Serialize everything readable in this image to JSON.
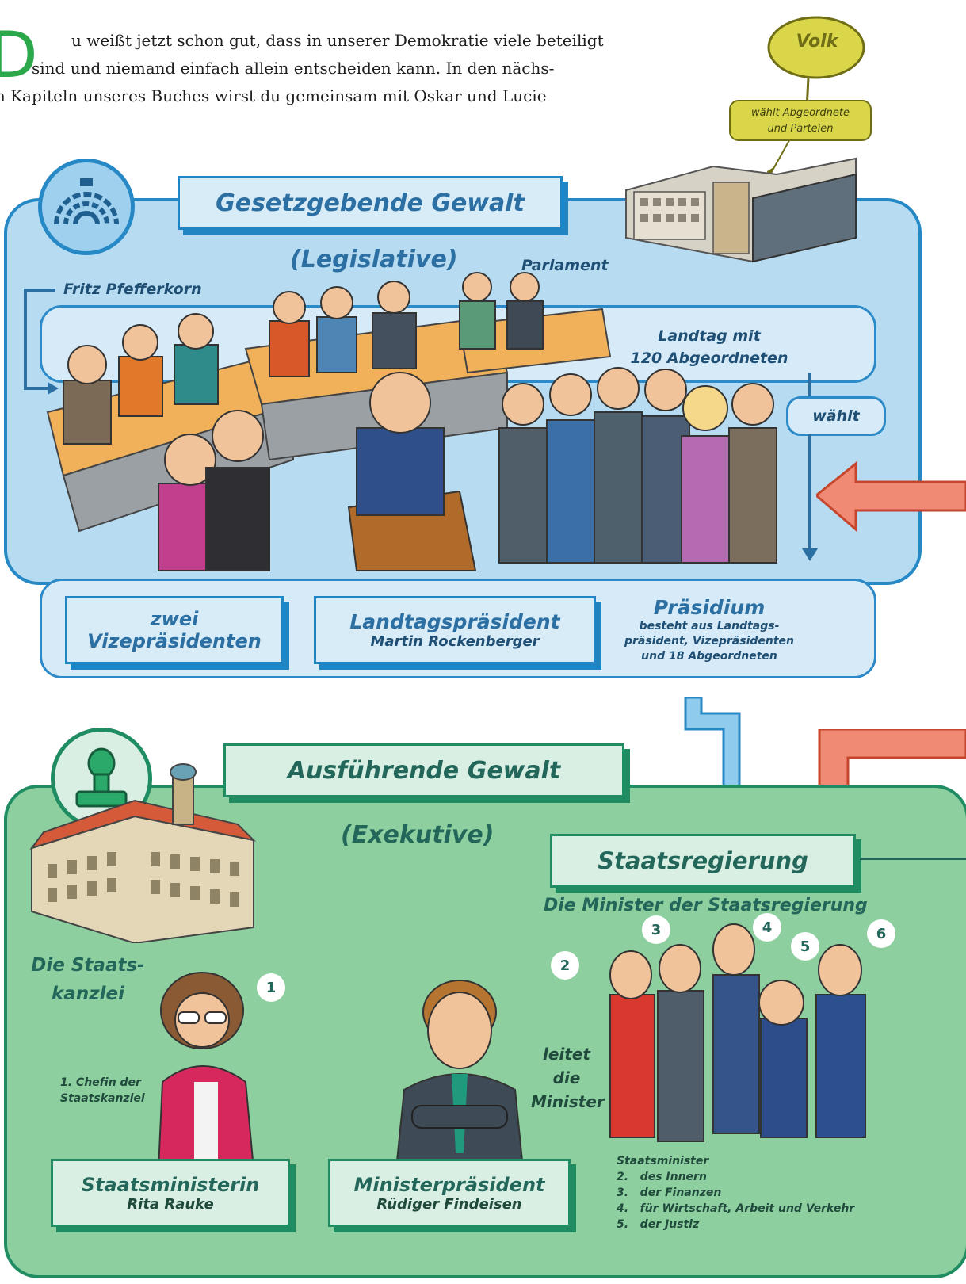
{
  "intro": {
    "dropcap": "D",
    "line1": "u weißt jetzt schon gut, dass in unserer Demokratie viele beteiligt",
    "line2": "sind und niemand einfach allein entscheiden kann. In den nächs-",
    "line3": "en Kapiteln unseres Buches wirst du gemeinsam mit Oskar und Lucie"
  },
  "volk": {
    "label": "Volk",
    "note_line1": "wählt Abgeordnete",
    "note_line2": "und Parteien"
  },
  "legislative": {
    "title": "Gesetzgebende Gewalt",
    "subtitle": "(Legislative)",
    "parlament": "Parlament",
    "fritz": "Fritz Pfefferkorn",
    "landtag_line1": "Landtag mit",
    "landtag_line2": "120 Abgeordneten",
    "waehlt": "wählt",
    "vize_line1": "zwei",
    "vize_line2": "Vizepräsidenten",
    "praesident_title": "Landtagspräsident",
    "praesident_name": "Martin Rockenberger",
    "praesidium_title": "Präsidium",
    "praesidium_line1": "besteht aus Landtags-",
    "praesidium_line2": "präsident, Vizepräsidenten",
    "praesidium_line3": "und 18 Abgeordneten"
  },
  "executive": {
    "title": "Ausführende Gewalt",
    "subtitle": "(Exekutive)",
    "regierung": "Staatsregierung",
    "minister_heading": "Die Minister der Staatsregierung",
    "kanzlei_line1": "Die Staats-",
    "kanzlei_line2": "kanzlei",
    "chefin_line1": "1. Chefin der",
    "chefin_line2": "Staatskanzlei",
    "leitet_line1": "leitet",
    "leitet_line2": "die",
    "leitet_line3": "Minister",
    "staatsministerin_title": "Staatsministerin",
    "staatsministerin_name": "Rita Rauke",
    "mp_title": "Ministerpräsident",
    "mp_name": "Rüdiger Findeisen",
    "numbers": [
      "1",
      "2",
      "3",
      "4",
      "5",
      "6"
    ],
    "staatsminister_heading": "Staatsminister",
    "staatsminister_list": [
      "2.   des Innern",
      "3.   der Finanzen",
      "4.   für Wirtschaft, Arbeit und Verkehr",
      "5.   der Justiz"
    ]
  },
  "colors": {
    "legislative_panel": "#b7dcf1",
    "legislative_border": "#2788c6",
    "executive_panel": "#8dcf9f",
    "executive_border": "#1f8c62",
    "red_arrow": "#f08a74",
    "volk_bubble": "#d9d64a"
  }
}
